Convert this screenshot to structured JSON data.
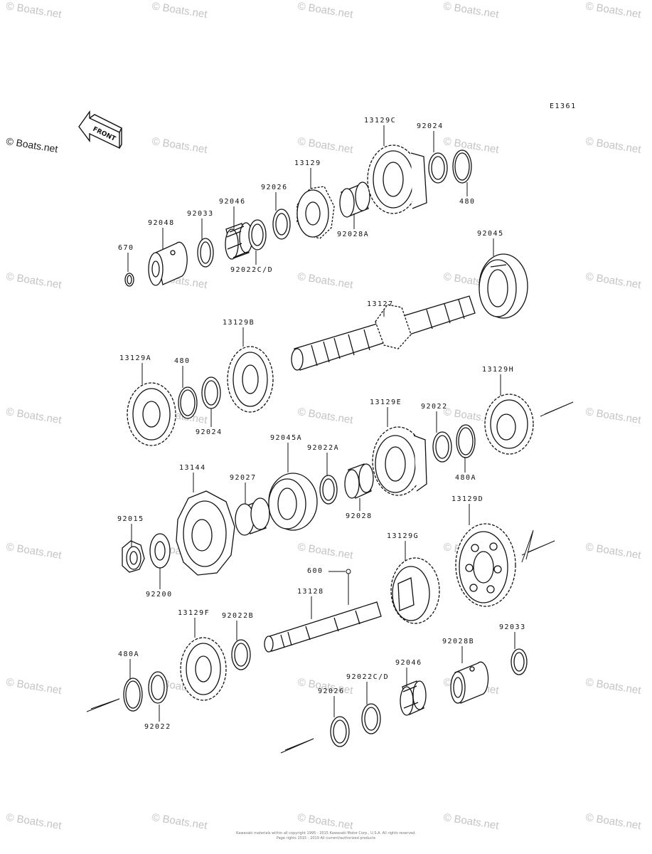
{
  "diagram_code": "E1361",
  "front_label": "FRONT",
  "corner_brand": "© Boats.net",
  "watermark_text": "© Boats.net",
  "footer": {
    "line1": "Kawasaki materials within all copyright 1995 - 2015 Kawasaki Motor Corp., U.S.A. All rights reserved.",
    "line2": "Page rights 2015 - 2019 All current/authorized products"
  },
  "part_labels": [
    "92048",
    "92033",
    "92046",
    "92026",
    "13129",
    "13129C",
    "92024",
    "480",
    "670",
    "92022C/D",
    "92028A",
    "92045",
    "13127",
    "13129B",
    "13129A",
    "480",
    "92024",
    "13129H",
    "13129E",
    "92022",
    "92045A",
    "92022A",
    "480A",
    "13144",
    "92027",
    "92028",
    "92015",
    "92200",
    "13129D",
    "13129G",
    "600",
    "13128",
    "13129F",
    "92022B",
    "480A",
    "92022",
    "92033",
    "92028B",
    "92046",
    "92022C/D",
    "92026"
  ],
  "colors": {
    "ink": "#111111",
    "watermark": "#c4c4c4"
  }
}
